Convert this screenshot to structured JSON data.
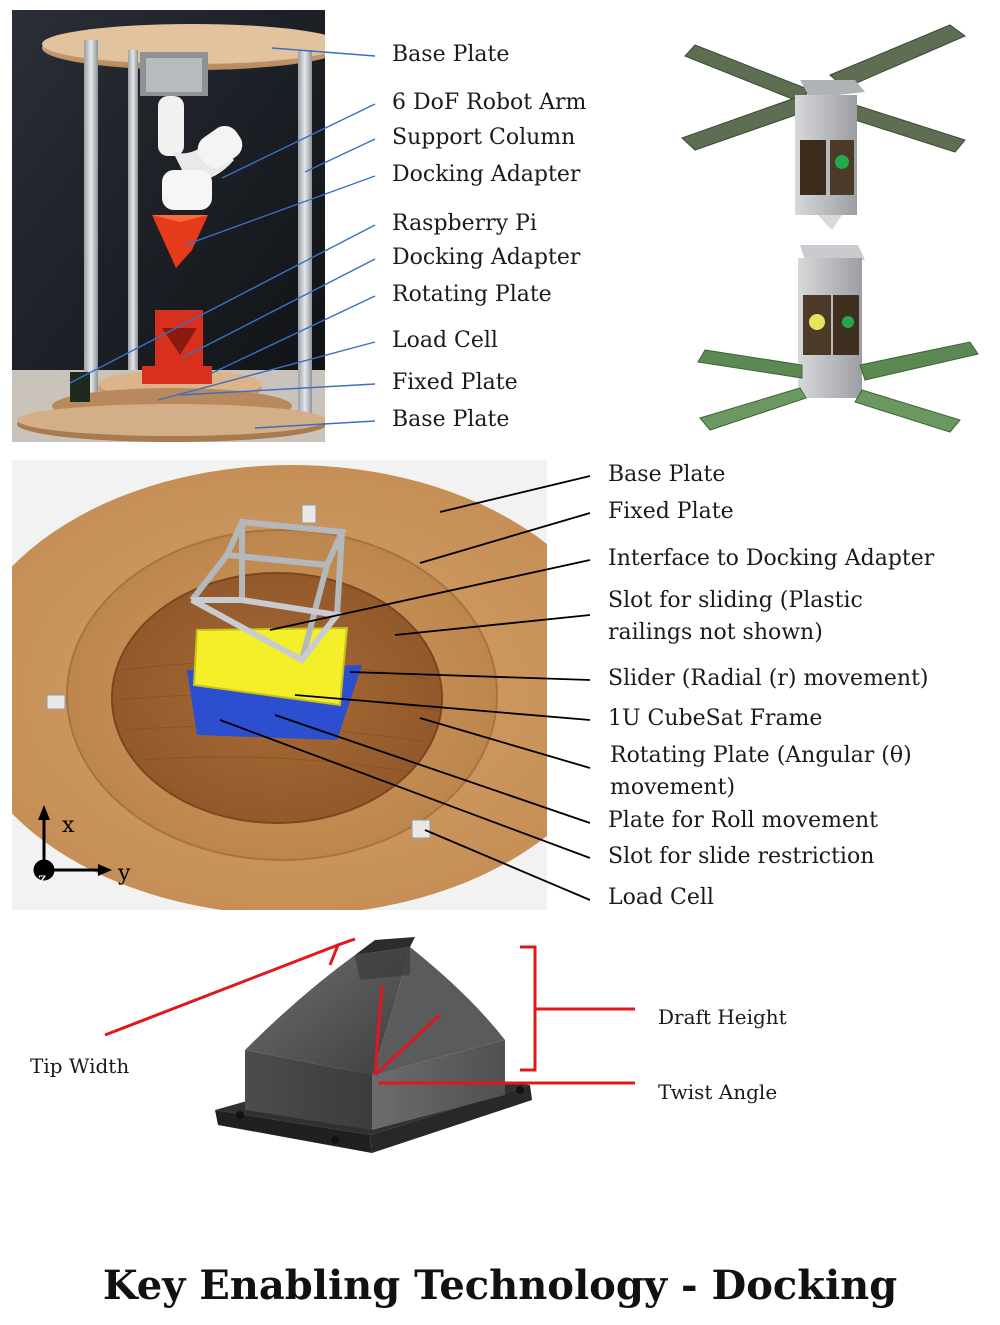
{
  "title": "Key Enabling Technology - Docking",
  "testbed_photo": {
    "labels": [
      "Base Plate",
      "6 DoF Robot Arm",
      "Support Column",
      "Docking Adapter",
      "Raspberry Pi",
      "Docking Adapter",
      "Rotating Plate",
      "Load Cell",
      "Fixed Plate",
      "Base Plate"
    ]
  },
  "platform_render": {
    "labels": [
      "Base Plate",
      "Fixed Plate",
      "Interface to Docking Adapter",
      "Slot for sliding (Plastic railings not shown)",
      "Slider (Radial (r) movement)",
      "1U CubeSat Frame",
      "Rotating Plate (Angular (θ) movement)",
      "Plate for Roll movement",
      "Slot for slide restriction",
      "Load Cell"
    ],
    "axes": {
      "x": "x",
      "y": "y",
      "z": "z"
    }
  },
  "adapter_render": {
    "labels": {
      "tip_width": "Tip Width",
      "draft_height": "Draft Height",
      "twist_angle": "Twist Angle"
    }
  },
  "colors": {
    "leader_line_blue": "#3a6fc2",
    "leader_line_black": "#000000",
    "annotation_red": "#e0181c",
    "wood": "#c8955c",
    "solar_panel": "#5a7a4a"
  }
}
